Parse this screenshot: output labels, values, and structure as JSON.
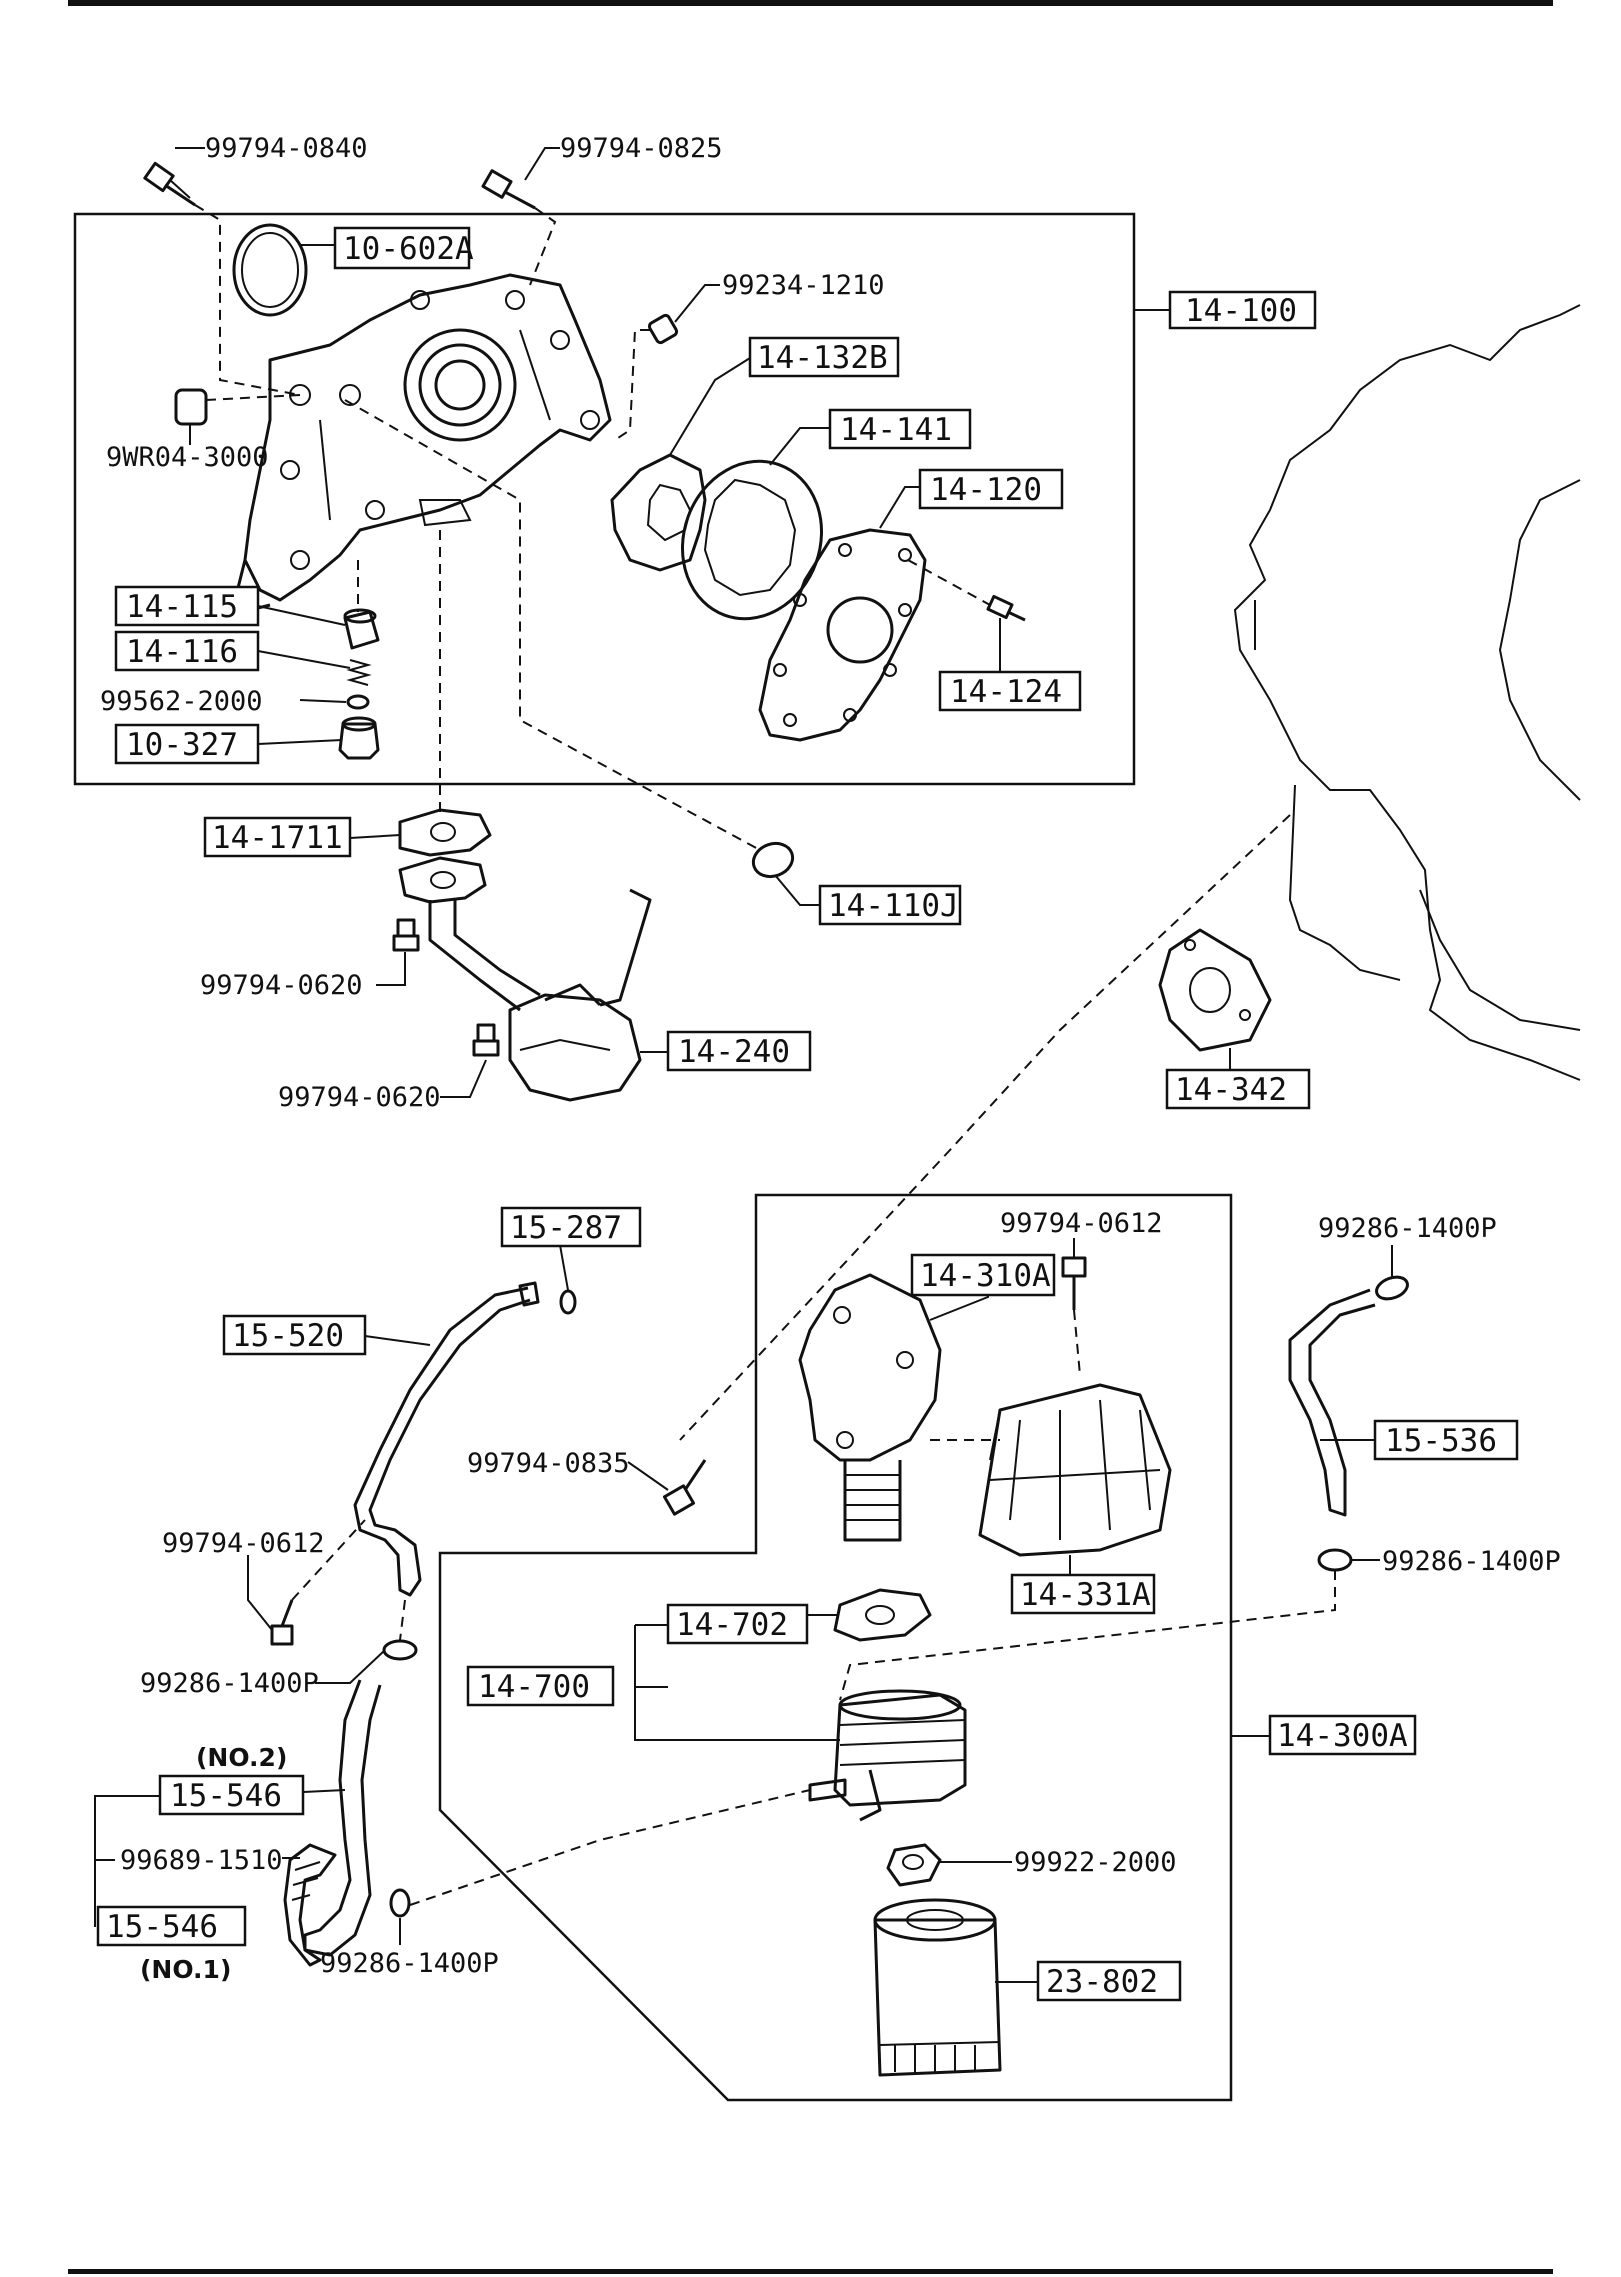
{
  "labels": {
    "p99794_0840": "99794-0840",
    "p99794_0825": "99794-0825",
    "p10_602A": "10-602A",
    "p99234_1210": "99234-1210",
    "p14_100": "14-100",
    "p14_132B": "14-132B",
    "p14_141": "14-141",
    "p9WR04_3000": "9WR04-3000",
    "p14_120": "14-120",
    "p14_115": "14-115",
    "p14_116": "14-116",
    "p99562_2000": "99562-2000",
    "p10_327": "10-327",
    "p14_124": "14-124",
    "p14_1711": "14-1711",
    "p14_110J": "14-110J",
    "p99794_0620a": "99794-0620",
    "p14_240": "14-240",
    "p99794_0620b": "99794-0620",
    "p14_342": "14-342",
    "p15_287": "15-287",
    "p99794_0612a": "99794-0612",
    "p99286_1400Pa": "99286-1400P",
    "p14_310A": "14-310A",
    "p15_520": "15-520",
    "p15_536": "15-536",
    "p99794_0835": "99794-0835",
    "p99794_0612b": "99794-0612",
    "p99286_1400Pb": "99286-1400P",
    "p14_331A": "14-331A",
    "p14_702": "14-702",
    "p99286_1400Pc": "99286-1400P",
    "p14_700": "14-700",
    "no2": "(NO.2)",
    "p14_300A": "14-300A",
    "p15_546a": "15-546",
    "p99689_1510": "99689-1510",
    "p99922_2000": "99922-2000",
    "p15_546b": "15-546",
    "no1": "(NO.1)",
    "p23_802": "23-802",
    "p99286_1400Pd": "99286-1400P"
  }
}
